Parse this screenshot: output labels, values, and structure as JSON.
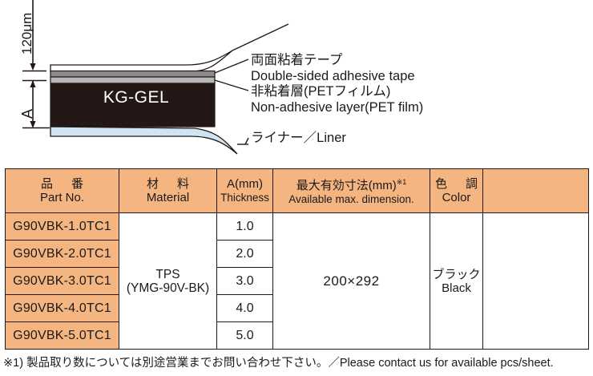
{
  "diagram": {
    "dimension_top": "120μm",
    "dimension_side": "A",
    "body_label": "KG-GEL",
    "callouts": {
      "tape_jp": "両面粘着テープ",
      "tape_en": "Double-sided adhesive tape",
      "pet_jp": "非粘着層(PETフィルム)",
      "pet_en": "Non-adhesive layer(PET film)",
      "liner": "ライナー／Liner"
    },
    "colors": {
      "gel": "#231815",
      "tape_top": "#ffffff",
      "tape_dark": "#888888",
      "tape_light": "#b5b5b5",
      "liner": "#cfe5f3",
      "line": "#231815"
    }
  },
  "table": {
    "accent_color": "#F5B580",
    "border_color": "#231815",
    "headers": [
      {
        "jp": "品　番",
        "en": "Part No.",
        "note": ""
      },
      {
        "jp": "材　料",
        "en": "Material",
        "note": ""
      },
      {
        "jp": "A(mm)",
        "en": "Thickness",
        "note": ""
      },
      {
        "jp": "最大有効寸法(mm)",
        "en": "Available max. dimension.",
        "note": "※1"
      },
      {
        "jp": "色　調",
        "en": "Color",
        "note": ""
      },
      {
        "jp": "",
        "en": "",
        "note": ""
      }
    ],
    "part_numbers": [
      "G90VBK-1.0TC1",
      "G90VBK-2.0TC1",
      "G90VBK-3.0TC1",
      "G90VBK-4.0TC1",
      "G90VBK-5.0TC1"
    ],
    "thickness_values": [
      "1.0",
      "2.0",
      "3.0",
      "4.0",
      "5.0"
    ],
    "material_line1": "TPS",
    "material_line2": "(YMG-90V-BK)",
    "max_dimension": "200×292",
    "color_jp": "ブラック",
    "color_en": "Black"
  },
  "footnote": "※1) 製品取り数については別途営業までお問い合わせ下さい。／Please contact us for available pcs/sheet."
}
